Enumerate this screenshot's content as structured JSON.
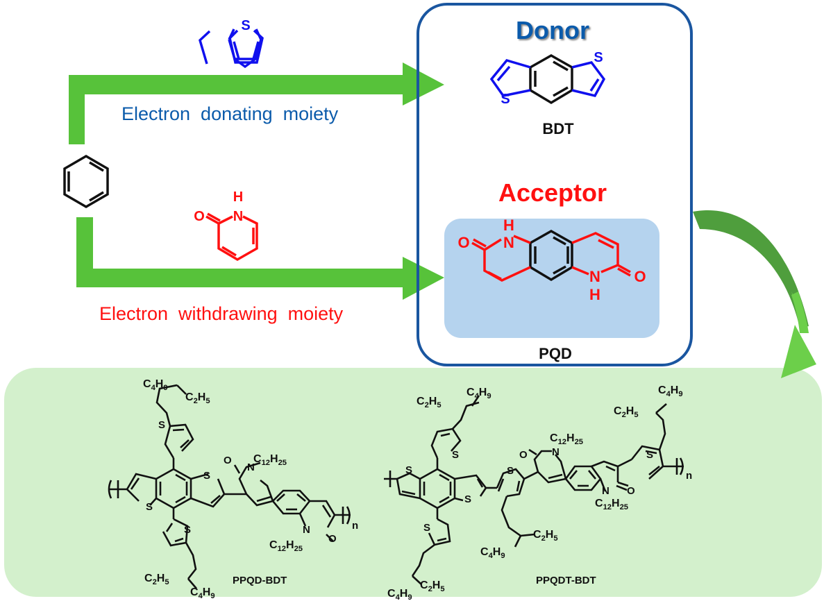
{
  "colors": {
    "arrow_green": "#57c23a",
    "curved_arrow_dark": "#4f9e3d",
    "curved_arrow_light": "#6ccf4a",
    "donor_blue": "#0b5bab",
    "molecule_blue": "#1010ee",
    "acceptor_red": "#ff1010",
    "box_border": "#1a56a0",
    "pqd_bg": "#b5d3ee",
    "polymer_bg": "#d3f0cc",
    "bond_black": "#111111"
  },
  "labels": {
    "donating": "Electron  donating  moiety",
    "withdrawing": "Electron  withdrawing  moiety",
    "donor_title": "Donor",
    "acceptor_title": "Acceptor",
    "bdt": "BDT",
    "pqd": "PQD",
    "polymer1": "PPQD-BDT",
    "polymer2": "PPQDT-BDT"
  },
  "atoms": {
    "S": "S",
    "N": "N",
    "O": "O",
    "H": "H",
    "n": "n",
    "C": "C",
    "sub2": "2",
    "sub4": "4",
    "sub5": "5",
    "sub9": "9",
    "sub12": "12",
    "sub25": "25"
  }
}
